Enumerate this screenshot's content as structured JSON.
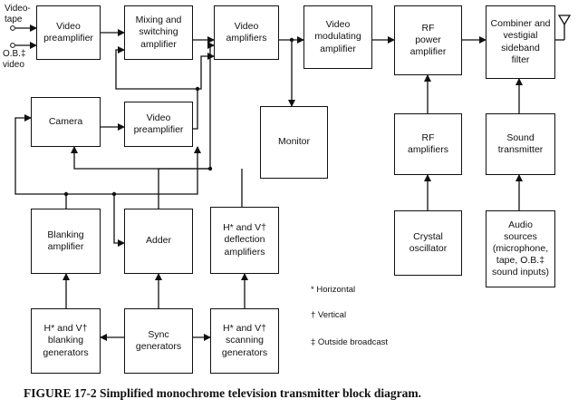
{
  "blocks": {
    "video_preamp_1": "Video\npreamplifier",
    "mixing": "Mixing and\nswitching\namplifier",
    "video_amps": "Video\namplifiers",
    "video_mod": "Video\nmodulating\namplifier",
    "rf_power": "RF\npower\namplifier",
    "combiner": "Combiner and\nvestigial\nsideband\nfilter",
    "camera": "Camera",
    "video_preamp_2": "Video\npreamplifier",
    "monitor": "Monitor",
    "rf_amps": "RF\namplifiers",
    "sound_tx": "Sound\ntransmitter",
    "blanking_amp": "Blanking\namplifier",
    "adder": "Adder",
    "deflection": "H* and V†\ndeflection\namplifiers",
    "crystal": "Crystal\noscillator",
    "audio": "Audio\nsources\n(microphone,\ntape, O.B.‡\nsound inputs)",
    "blanking_gen": "H* and V†\nblanking\ngenerators",
    "sync": "Sync\ngenerators",
    "scanning": "H* and V†\nscanning\ngenerators"
  },
  "inputs": {
    "videotape": "Video-\ntape",
    "ob_video": "O.B.‡\nvideo"
  },
  "legend": [
    "* Horizontal",
    "† Vertical",
    "‡ Outside broadcast"
  ],
  "caption": "FIGURE 17-2   Simplified monochrome television transmitter block diagram."
}
